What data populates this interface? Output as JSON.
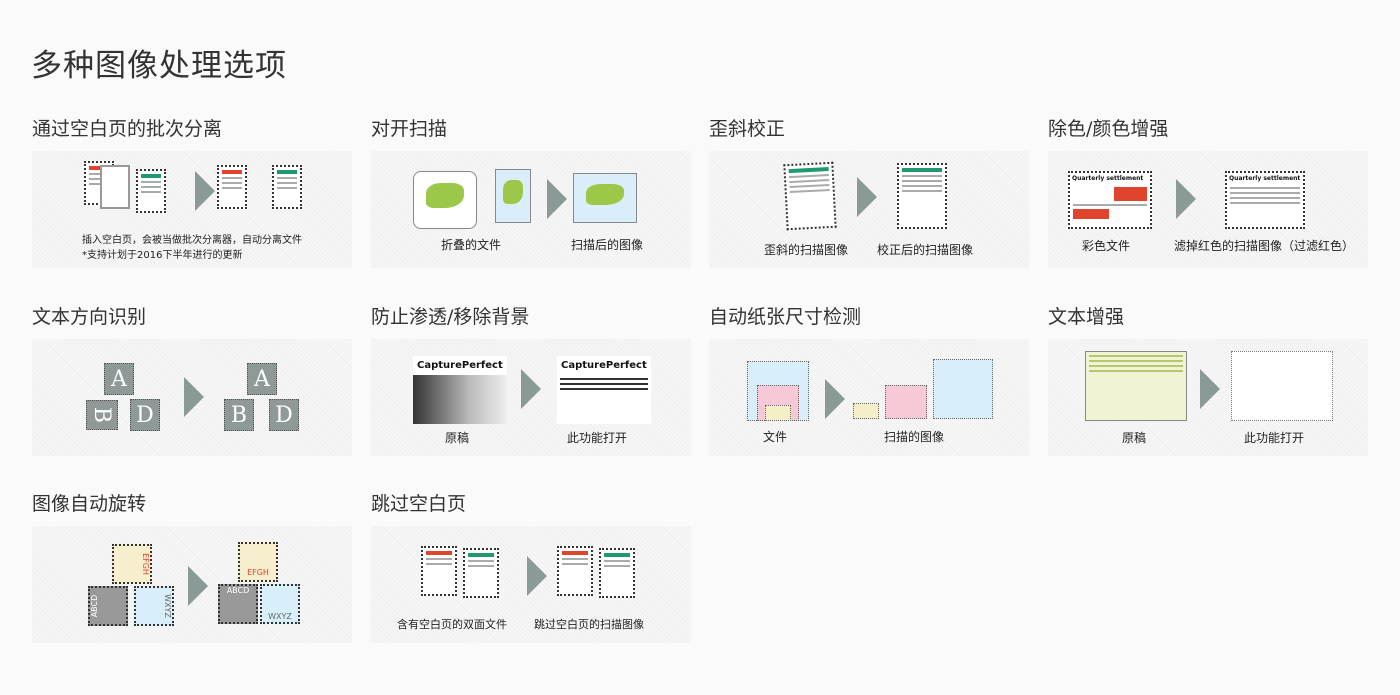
{
  "title": "多种图像处理选项",
  "items": [
    {
      "title": "通过空白页的批次分离",
      "captions": [
        "插入空白页，会被当做批次分离器，自动分离文件",
        "*支持计划于2016下半年进行的更新"
      ]
    },
    {
      "title": "对开扫描",
      "captions": [
        "折叠的文件",
        "扫描后的图像"
      ]
    },
    {
      "title": "歪斜校正",
      "captions": [
        "歪斜的扫描图像",
        "校正后的扫描图像"
      ]
    },
    {
      "title": "除色/颜色增强",
      "captions": [
        "彩色文件",
        "滤掉红色的扫描图像（过滤红色）"
      ],
      "doc_title": "Quarterly settlement"
    },
    {
      "title": "文本方向识别",
      "letters": [
        "A",
        "B",
        "D"
      ]
    },
    {
      "title": "防止渗透/移除背景",
      "captions": [
        "原稿",
        "此功能打开"
      ],
      "doc_title": "CapturePerfect S"
    },
    {
      "title": "自动纸张尺寸检测",
      "captions": [
        "文件",
        "扫描的图像"
      ]
    },
    {
      "title": "文本增强",
      "captions": [
        "原稿",
        "此功能打开"
      ]
    },
    {
      "title": "图像自动旋转",
      "tiles": [
        "EFGH",
        "ABCD",
        "WXYZ"
      ]
    },
    {
      "title": "跳过空白页",
      "captions": [
        "含有空白页的双面文件",
        "跳过空白页的扫描图像"
      ]
    }
  ],
  "colors": {
    "red": "#e0442c",
    "green": "#1e9a6e",
    "arrow": "#8a9a96"
  }
}
